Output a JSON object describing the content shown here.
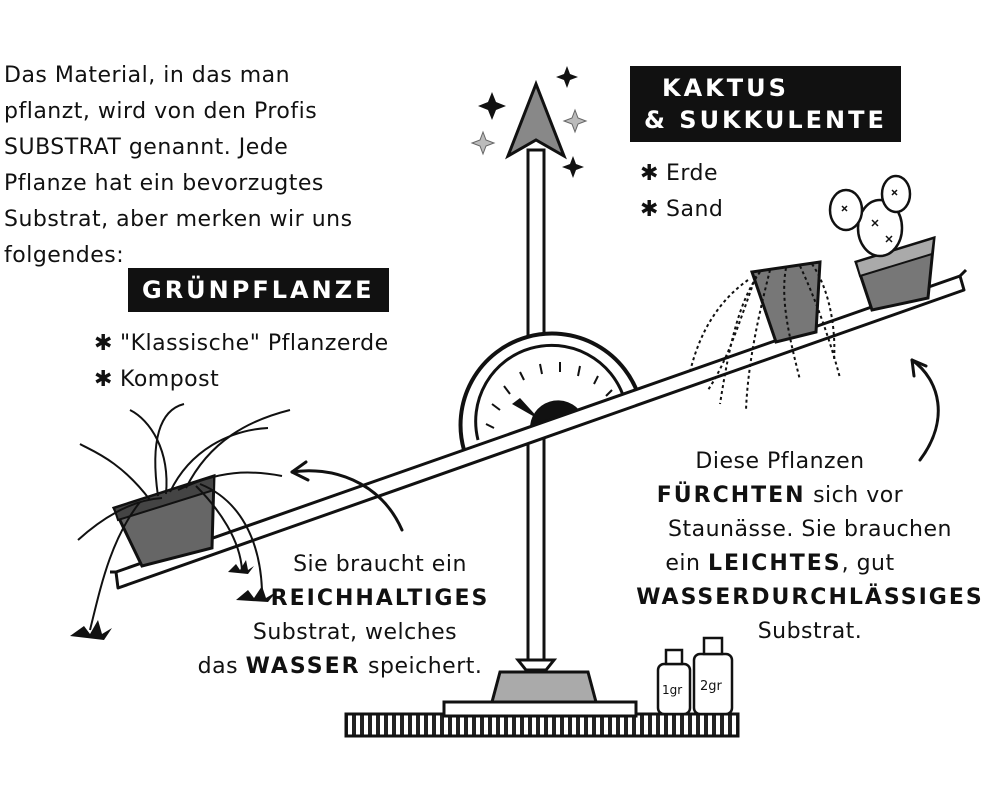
{
  "intro": {
    "lines": [
      "Das Material, in das man",
      "pflanzt, wird von den Profis",
      "SUBSTRAT genannt. Jede",
      "Pflanze hat ein bevorzugtes",
      "Substrat, aber merken wir uns",
      "folgendes:"
    ]
  },
  "green_plant": {
    "title": "GRÜNPFLANZE",
    "items": [
      "\"Klassische\" Pflanzerde",
      "Kompost"
    ],
    "note": {
      "line1": "Sie braucht ein",
      "line2_bold": "REICHHALTIGES",
      "line3": "Substrat, welches",
      "line4_pre": "das",
      "line4_bold": "WASSER",
      "line4_post": "speichert."
    }
  },
  "cactus": {
    "title_line1": "KAKTUS",
    "title_line2": "& SUKKULENTE",
    "items": [
      "Erde",
      "Sand"
    ],
    "note": {
      "line1": "Diese Pflanzen",
      "line2_bold": "FÜRCHTEN",
      "line2_post": "sich vor",
      "line3": "Staunässe. Sie brauchen",
      "line4_pre": "ein",
      "line4_bold": "LEICHTES",
      "line4_post": ", gut",
      "line5_bold": "WASSERDURCHLÄSSIGES",
      "line6": "Substrat."
    }
  },
  "weights": {
    "small": "1gr",
    "large": "2gr"
  },
  "icons": [
    "asterisk-bullet-icon",
    "sparkle-icon",
    "arrow-up-icon",
    "curved-arrow-icon"
  ]
}
